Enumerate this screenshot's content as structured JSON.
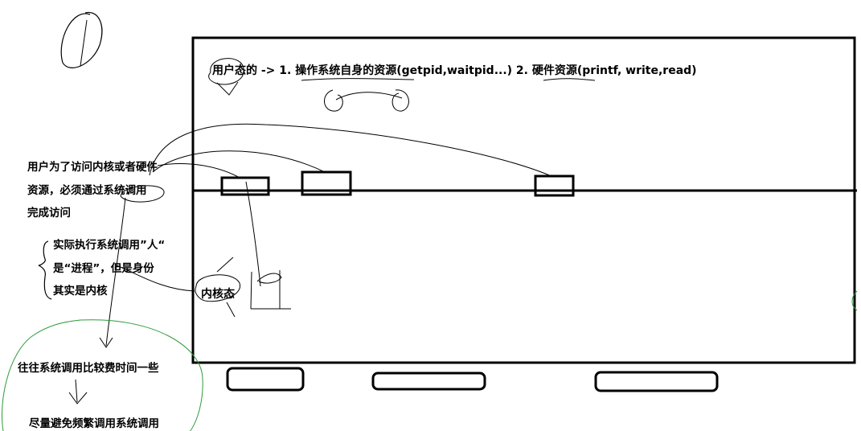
{
  "header_text": "用户态的 -> 1. 操作系统自身的资源(getpid,waitpid...) 2. 硬件资源(printf, write,read)",
  "kernel_label": "内核态",
  "left_note": {
    "line1": "用户为了访问内核或者硬件",
    "line2": "资源，必须通过系统调用",
    "line3": "完成访问"
  },
  "bracket_note": {
    "line1": "实际执行系统调用”人“",
    "line2": "是“进程”，但是身份",
    "line3": "其实是内核"
  },
  "cost_note": "往往系统调用比较费时间一些",
  "advice_note": "尽量避免频繁调用系统调用",
  "colors": {
    "ink": "#000000",
    "green_circle": "#2e9b3a"
  }
}
